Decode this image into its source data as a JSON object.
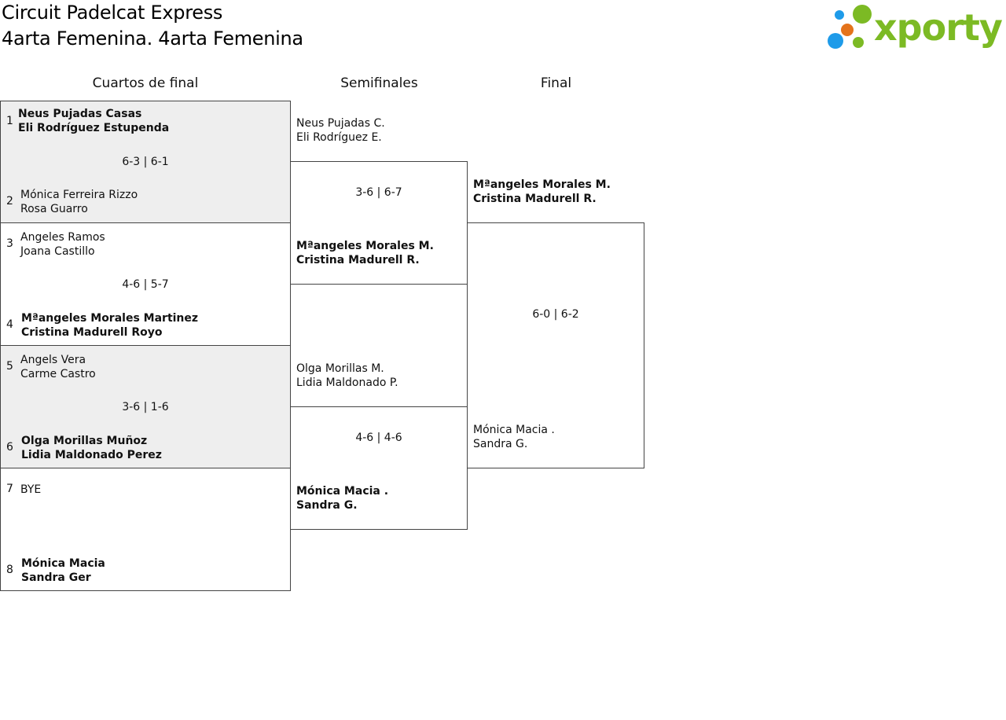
{
  "header": {
    "title_line1": "Circuit Padelcat Express",
    "title_line2": "4arta Femenina. 4arta Femenina"
  },
  "logo": {
    "text": "xporty",
    "colors": {
      "green": "#7cba24",
      "orange": "#e4731b",
      "blue": "#1e9be9"
    }
  },
  "rounds": {
    "quarterfinals": "Cuartos de final",
    "semifinals": "Semifinales",
    "final": "Final"
  },
  "quarterfinals": [
    {
      "shaded": true,
      "team_a": {
        "seed": "1",
        "line1": "Neus Pujadas Casas",
        "line2": "Eli Rodríguez Estupenda",
        "winner": true
      },
      "score": "6-3 | 6-1",
      "team_b": {
        "seed": "2",
        "line1": "Mónica Ferreira Rizzo",
        "line2": "Rosa Guarro",
        "winner": false
      }
    },
    {
      "shaded": false,
      "team_a": {
        "seed": "3",
        "line1": "Angeles Ramos",
        "line2": "Joana Castillo",
        "winner": false
      },
      "score": "4-6 | 5-7",
      "team_b": {
        "seed": "4",
        "line1": "Mªangeles Morales Martinez",
        "line2": "Cristina Madurell Royo",
        "winner": true
      }
    },
    {
      "shaded": true,
      "team_a": {
        "seed": "5",
        "line1": "Angels Vera",
        "line2": "Carme Castro",
        "winner": false
      },
      "score": "3-6 | 1-6",
      "team_b": {
        "seed": "6",
        "line1": "Olga Morillas Muñoz",
        "line2": "Lidia Maldonado Perez",
        "winner": true
      }
    },
    {
      "shaded": false,
      "team_a": {
        "seed": "7",
        "line1": "BYE",
        "line2": "",
        "winner": false
      },
      "score": "",
      "team_b": {
        "seed": "8",
        "line1": "Mónica Macia",
        "line2": "Sandra Ger",
        "winner": true
      }
    }
  ],
  "semifinals": [
    {
      "team_a": {
        "line1": "Neus Pujadas C.",
        "line2": "Eli Rodríguez E.",
        "winner": false
      },
      "score": "3-6 | 6-7",
      "team_b": {
        "line1": "Mªangeles Morales M.",
        "line2": "Cristina Madurell R.",
        "winner": true
      }
    },
    {
      "team_a": {
        "line1": "Olga Morillas M.",
        "line2": "Lidia Maldonado P.",
        "winner": false
      },
      "score": "4-6 | 4-6",
      "team_b": {
        "line1": "Mónica Macia .",
        "line2": "Sandra G.",
        "winner": true
      }
    }
  ],
  "final": {
    "team_a": {
      "line1": "Mªangeles Morales M.",
      "line2": "Cristina Madurell R.",
      "winner": true
    },
    "score": "6-0 | 6-2",
    "team_b": {
      "line1": "Mónica Macia .",
      "line2": "Sandra G.",
      "winner": false
    }
  }
}
